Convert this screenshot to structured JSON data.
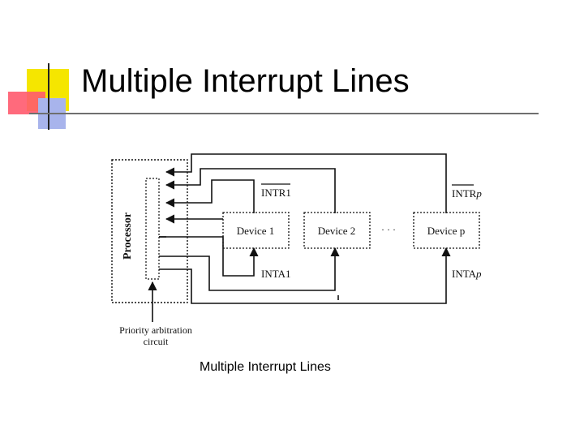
{
  "slide": {
    "title": "Multiple Interrupt Lines",
    "caption": "Multiple Interrupt Lines"
  },
  "diagram": {
    "processor_label": "Processor",
    "devices": [
      "Device 1",
      "Device 2",
      "Device p"
    ],
    "ellipsis": "· · ·",
    "intr1_label": "INTR1",
    "intrp_label": "INTR",
    "intrp_suffix": "p",
    "inta1_label": "INTA1",
    "intap_label": "INTA",
    "intap_suffix": "p",
    "priority_label_line1": "Priority arbitration",
    "priority_label_line2": "circuit"
  },
  "colors": {
    "accent_yellow": "#f5e600",
    "accent_red": "#ff5a6e",
    "accent_blue": "#a8b4ec",
    "rule": "#6f6f6f"
  }
}
